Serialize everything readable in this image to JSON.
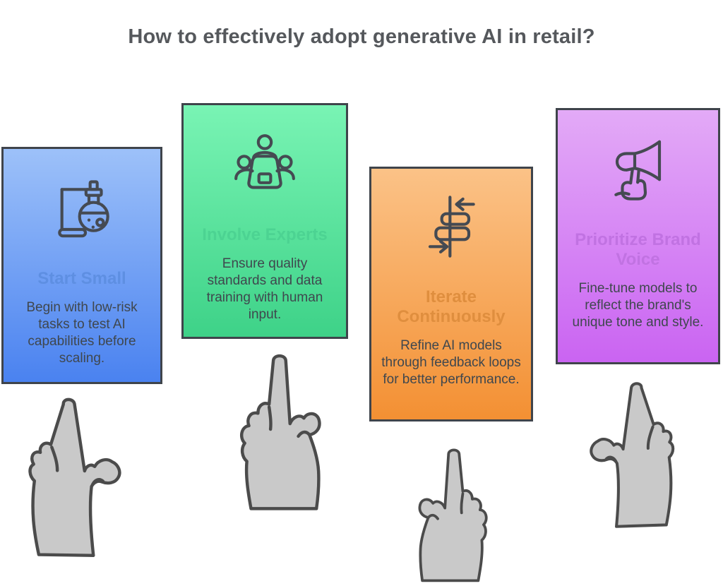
{
  "page": {
    "title": "How to effectively adopt generative AI in retail?"
  },
  "colors": {
    "page_title": "#55585c",
    "card_border": "#3f444b",
    "icon_stroke": "#454a52",
    "body_text": "#3f474e",
    "hand_fill": "#c9c9c9",
    "hand_stroke": "#4b4b4b"
  },
  "cards": [
    {
      "title": "Start Small",
      "body": "Begin with low-risk tasks to test AI capabilities before scaling.",
      "icon": "flask-icon",
      "colors": {
        "top": "#9dc1f9",
        "bottom": "#4a82f0",
        "title": "#5e8fe2"
      }
    },
    {
      "title": "Involve Experts",
      "body": "Ensure quality standards and data training with human input.",
      "icon": "meeting-icon",
      "colors": {
        "top": "#79f4b4",
        "bottom": "#3ed288",
        "title": "#4cd392"
      }
    },
    {
      "title": "Iterate Continuously",
      "body": "Refine AI models through feedback loops for better performance.",
      "icon": "iteration-icon",
      "colors": {
        "top": "#fbc287",
        "bottom": "#f39033",
        "title": "#df8e3e"
      }
    },
    {
      "title": "Prioritize Brand Voice",
      "body": "Fine-tune models to reflect the brand's unique tone and style.",
      "icon": "megaphone-icon",
      "colors": {
        "top": "#e3aaf7",
        "bottom": "#ca64f2",
        "title": "#c172e2"
      }
    }
  ],
  "hands": [
    {
      "name": "pointing-hand-thumb-right"
    },
    {
      "name": "pointing-hand-up"
    },
    {
      "name": "pointing-hand-up"
    },
    {
      "name": "pointing-hand-thumb-left"
    }
  ]
}
